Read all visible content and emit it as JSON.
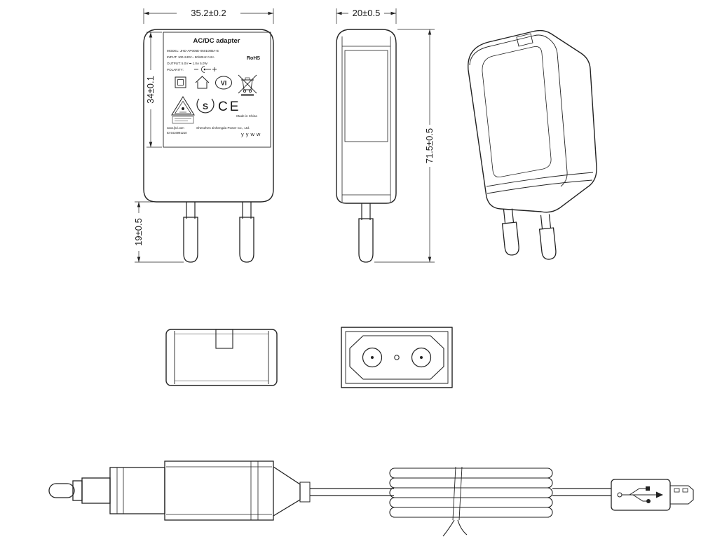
{
  "drawing": {
    "dim_front_width": "35.2±0.2",
    "dim_side_width": "20±0.5",
    "dim_label_height": "34±0.1",
    "dim_overall_height": "71.5±0.5",
    "dim_pin_length": "19±0.5"
  },
  "label": {
    "title": "AC/DC  adapter",
    "model": "MODEL: JHD-AP005E-050100BA-B",
    "input": "INPUT: 100-240V~  50/60Hz  0.2A",
    "rohs": "RoHS",
    "output": "OUTPUT: 5.0V ⎓ 1.0A  5.0W",
    "polarity": "POLARITY:",
    "efficiency": "VI",
    "s_mark": "S",
    "ce": "CE",
    "made_in": "Made in China",
    "website": "www.jhd.com",
    "company": "Shenzhen Jinhengda Power Co., Ltd.",
    "id_code": "ID 5416991210",
    "date_code": "yyww"
  },
  "icons": {
    "class2": "class-ii-double-square-icon",
    "indoor": "indoor-use-house-icon",
    "efficiency": "efficiency-vi-icon",
    "weee": "weee-crossed-bin-icon",
    "tuv": "tuv-triangle-icon",
    "gs": "gs-s-mark-icon",
    "polarity": "center-positive-polarity-icon",
    "usb": "usb-trident-icon"
  },
  "colors": {
    "line": "#222222",
    "background": "#ffffff"
  }
}
